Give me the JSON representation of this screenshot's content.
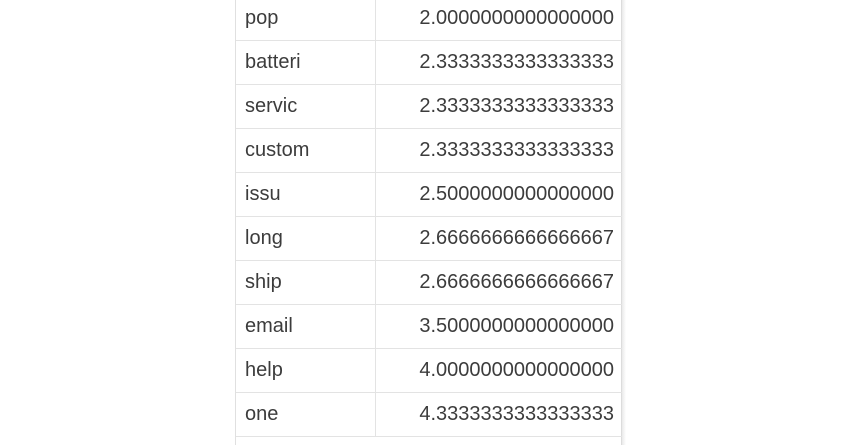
{
  "table": {
    "rows": [
      {
        "term": "pop",
        "value": "2.0000000000000000"
      },
      {
        "term": "batteri",
        "value": "2.3333333333333333"
      },
      {
        "term": "servic",
        "value": "2.3333333333333333"
      },
      {
        "term": "custom",
        "value": "2.3333333333333333"
      },
      {
        "term": "issu",
        "value": "2.5000000000000000"
      },
      {
        "term": "long",
        "value": "2.6666666666666667"
      },
      {
        "term": "ship",
        "value": "2.6666666666666667"
      },
      {
        "term": "email",
        "value": "3.5000000000000000"
      },
      {
        "term": "help",
        "value": "4.0000000000000000"
      },
      {
        "term": "one",
        "value": "4.3333333333333333"
      }
    ]
  }
}
